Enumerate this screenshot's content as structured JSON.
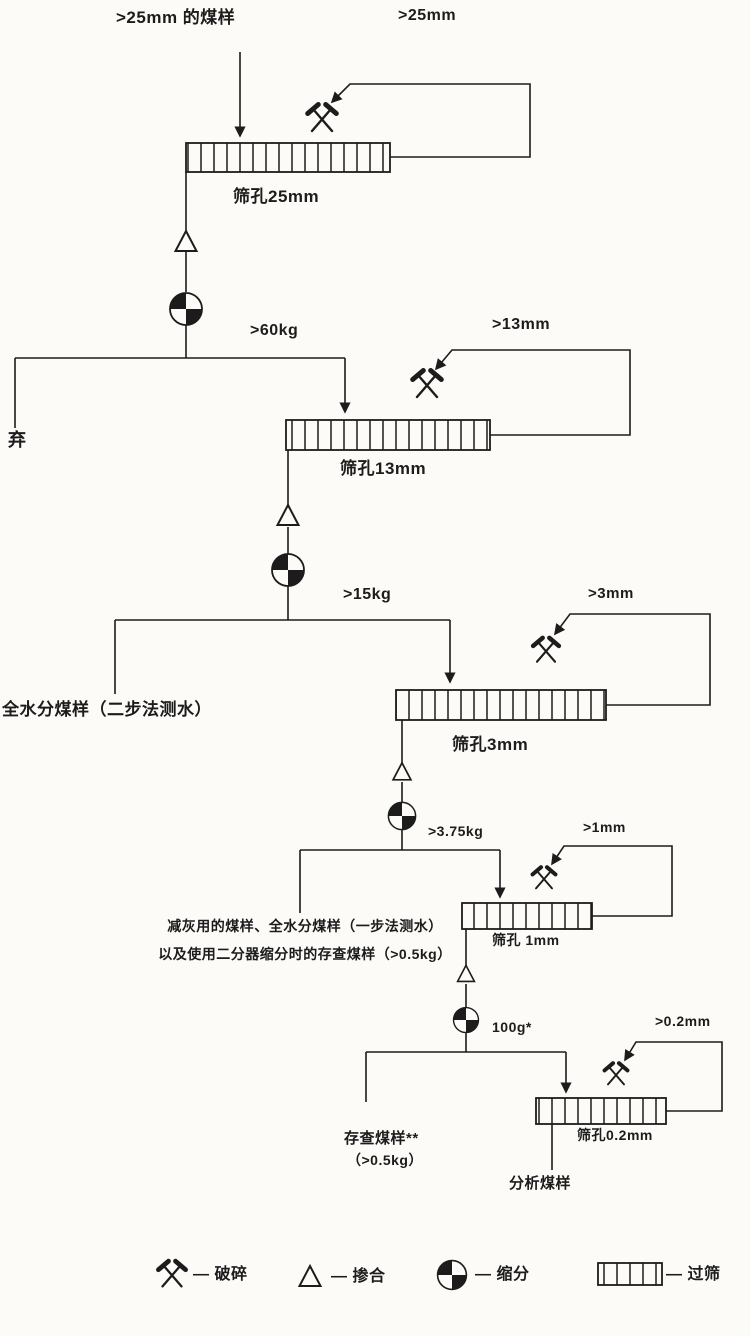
{
  "diagram": {
    "input_label": ">25mm 的煤样",
    "stages": [
      {
        "oversize": ">25mm",
        "sieve_label": "筛孔25mm",
        "undersize": ">60kg"
      },
      {
        "oversize": ">13mm",
        "sieve_label": "筛孔13mm",
        "undersize": ">15kg"
      },
      {
        "oversize": ">3mm",
        "sieve_label": "筛孔3mm",
        "undersize": ">3.75kg"
      },
      {
        "oversize": ">1mm",
        "sieve_label": "筛孔 1mm",
        "undersize": "100g*"
      },
      {
        "oversize": ">0.2mm",
        "sieve_label": "筛孔0.2mm",
        "undersize": ""
      }
    ],
    "branches": {
      "discard": "弃",
      "total_moisture": "全水分煤样（二步法测水）",
      "ash_line1": "减灰用的煤样、全水分煤样（一步法测水）",
      "ash_line2": "以及使用二分器缩分时的存查煤样（>0.5kg）",
      "reserve_line1": "存查煤样**",
      "reserve_line2": "（>0.5kg）",
      "analysis": "分析煤样"
    },
    "legend": [
      {
        "icon": "crusher-icon",
        "label": "— 破碎"
      },
      {
        "icon": "mixer-icon",
        "label": "— 掺合"
      },
      {
        "icon": "divider-icon",
        "label": "— 缩分"
      },
      {
        "icon": "sieve-icon",
        "label": "— 过筛"
      }
    ],
    "colors": {
      "ink": "#1c1c1c",
      "paper": "#fcfbf8"
    }
  }
}
